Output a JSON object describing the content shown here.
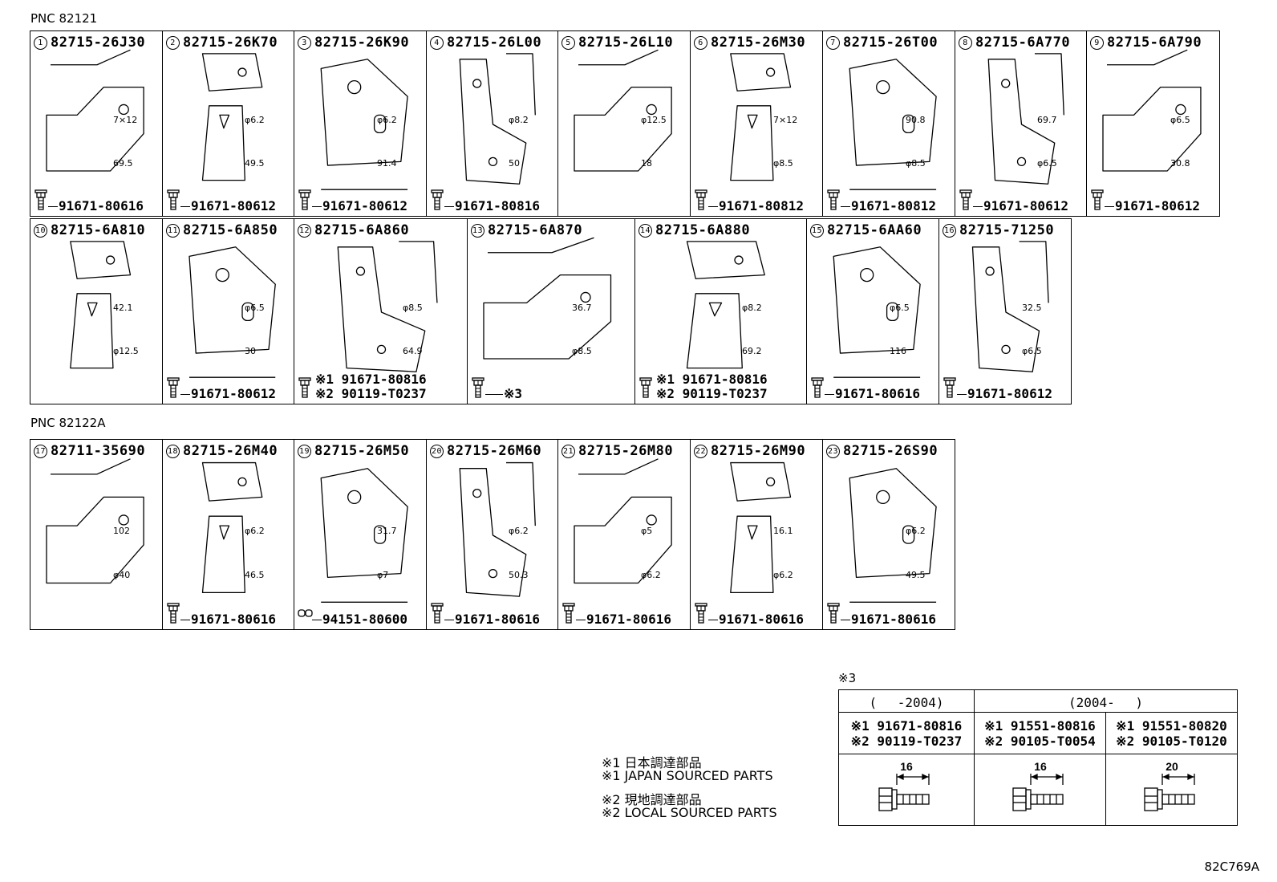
{
  "pnc_top": "PNC 82121",
  "pnc_bottom": "PNC 82122A",
  "cells": [
    {
      "n": "1",
      "part": "82715-26J30",
      "fast": [
        "91671-80616"
      ],
      "dims": [
        "7×12",
        "69.5"
      ]
    },
    {
      "n": "2",
      "part": "82715-26K70",
      "fast": [
        "91671-80612"
      ],
      "dims": [
        "φ6.2",
        "49.5"
      ]
    },
    {
      "n": "3",
      "part": "82715-26K90",
      "fast": [
        "91671-80612"
      ],
      "dims": [
        "φ6.2",
        "91.4"
      ]
    },
    {
      "n": "4",
      "part": "82715-26L00",
      "fast": [
        "91671-80816"
      ],
      "dims": [
        "φ8.2",
        "50"
      ]
    },
    {
      "n": "5",
      "part": "82715-26L10",
      "fast": [],
      "dims": [
        "φ12.5",
        "18"
      ]
    },
    {
      "n": "6",
      "part": "82715-26M30",
      "fast": [
        "91671-80812"
      ],
      "dims": [
        "7×12",
        "φ8.5"
      ]
    },
    {
      "n": "7",
      "part": "82715-26T00",
      "fast": [
        "91671-80812"
      ],
      "dims": [
        "90.8",
        "φ8.5"
      ]
    },
    {
      "n": "8",
      "part": "82715-6A770",
      "fast": [
        "91671-80612"
      ],
      "dims": [
        "69.7",
        "φ6.5"
      ]
    },
    {
      "n": "9",
      "part": "82715-6A790",
      "fast": [
        "91671-80612"
      ],
      "dims": [
        "φ6.5",
        "30.8"
      ]
    },
    {
      "n": "10",
      "part": "82715-6A810",
      "fast": [],
      "dims": [
        "42.1",
        "φ12.5"
      ]
    },
    {
      "n": "11",
      "part": "82715-6A850",
      "fast": [
        "91671-80612"
      ],
      "dims": [
        "φ6.5",
        "30"
      ]
    },
    {
      "n": "12",
      "part": "82715-6A860",
      "fast": [
        "※1 91671-80816",
        "※2 90119-T0237"
      ],
      "dims": [
        "φ8.5",
        "64.9"
      ]
    },
    {
      "n": "13",
      "part": "82715-6A870",
      "fast": [
        "※3"
      ],
      "dims": [
        "36.7",
        "φ8.5"
      ]
    },
    {
      "n": "14",
      "part": "82715-6A880",
      "fast": [
        "※1 91671-80816",
        "※2 90119-T0237"
      ],
      "dims": [
        "φ8.2",
        "69.2"
      ]
    },
    {
      "n": "15",
      "part": "82715-6AA60",
      "fast": [
        "91671-80616"
      ],
      "dims": [
        "φ6.5",
        "116"
      ]
    },
    {
      "n": "16",
      "part": "82715-71250",
      "fast": [
        "91671-80612"
      ],
      "dims": [
        "32.5",
        "φ6.5"
      ]
    },
    {
      "n": "17",
      "part": "82711-35690",
      "fast": [],
      "dims": [
        "102",
        "φ40"
      ]
    },
    {
      "n": "18",
      "part": "82715-26M40",
      "fast": [
        "91671-80616"
      ],
      "dims": [
        "φ6.2",
        "46.5"
      ]
    },
    {
      "n": "19",
      "part": "82715-26M50",
      "fast": [
        "94151-80600"
      ],
      "dims": [
        "31.7",
        "φ7"
      ]
    },
    {
      "n": "20",
      "part": "82715-26M60",
      "fast": [
        "91671-80616"
      ],
      "dims": [
        "φ6.2",
        "50.3"
      ]
    },
    {
      "n": "21",
      "part": "82715-26M80",
      "fast": [
        "91671-80616"
      ],
      "dims": [
        "φ5",
        "φ6.2"
      ]
    },
    {
      "n": "22",
      "part": "82715-26M90",
      "fast": [
        "91671-80616"
      ],
      "dims": [
        "16.1",
        "φ6.2"
      ]
    },
    {
      "n": "23",
      "part": "82715-26S90",
      "fast": [
        "91671-80616"
      ],
      "dims": [
        "φ6.2",
        "49.5"
      ]
    }
  ],
  "notes": {
    "n1_jp": "※1 日本調達部品",
    "n1_en": "※1 JAPAN SOURCED PARTS",
    "n2_jp": "※2 現地調達部品",
    "n2_en": "※2 LOCAL SOURCED PARTS"
  },
  "table3": {
    "title": "※3",
    "col1_head": "(　 -2004)",
    "col2_head": "(2004-　 )",
    "c1": [
      "※1 91671-80816",
      "※2 90119-T0237"
    ],
    "c2": [
      "※1 91551-80816",
      "※2 90105-T0054"
    ],
    "c3": [
      "※1 91551-80820",
      "※2 90105-T0120"
    ],
    "len1": "16",
    "len2": "16",
    "len3": "20"
  },
  "ref_code": "82C769A"
}
